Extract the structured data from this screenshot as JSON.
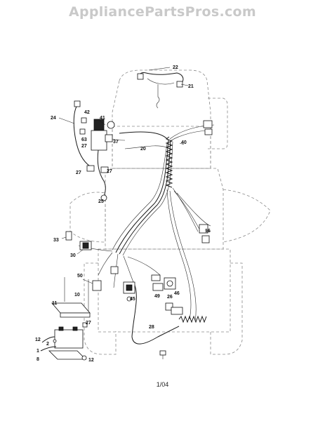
{
  "watermark": "AppliancePartsPros.com",
  "page_number": "1/04",
  "callouts": {
    "c22": "22",
    "c21": "21",
    "c24": "24",
    "c42": "42",
    "c41": "41",
    "c63": "63",
    "c27a": "27",
    "c37": "37",
    "c20": "20",
    "c40": "40",
    "c27b": "27",
    "c27c": "27",
    "c25": "25",
    "c16": "16",
    "c33": "33",
    "c30": "30",
    "c50": "50",
    "c49": "49",
    "c26": "26",
    "c46": "46",
    "c45": "45",
    "c10": "10",
    "c11": "11",
    "c27d": "27",
    "c2": "2",
    "c12a": "12",
    "c1": "1",
    "c8": "8",
    "c12b": "12",
    "c28": "28"
  }
}
